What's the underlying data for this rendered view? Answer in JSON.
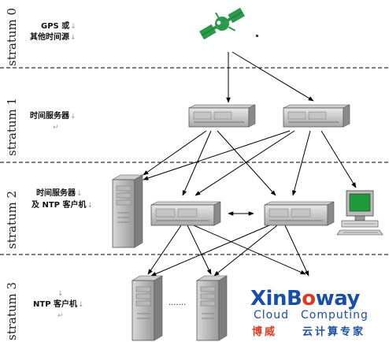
{
  "strata": [
    {
      "label": "stratum 0",
      "desc": [
        "GPS 或",
        "其他时间源"
      ]
    },
    {
      "label": "stratum 1",
      "desc": [
        "时间服务器"
      ]
    },
    {
      "label": "stratum 2",
      "desc": [
        "时间服务器",
        "及 NTP 客户机"
      ]
    },
    {
      "label": "stratum 3",
      "desc": [
        "NTP 客户机"
      ]
    }
  ],
  "ellipsis": ".......",
  "logo": {
    "word_part1": "XinB",
    "word_mark": "o",
    "word_part2": "way",
    "sub_left": "Cloud",
    "sub_right": "Computing",
    "cn_left": "博威",
    "cn_right": "云计算专家"
  },
  "colors": {
    "logo_blue": "#1a4fa8",
    "logo_red": "#e03a1e",
    "satellite_green": "#2a9a4a",
    "monitor_screen": "#1f9a3a"
  },
  "icons": [
    "satellite-icon",
    "server-icon",
    "tower-server-icon",
    "workstation-icon"
  ]
}
